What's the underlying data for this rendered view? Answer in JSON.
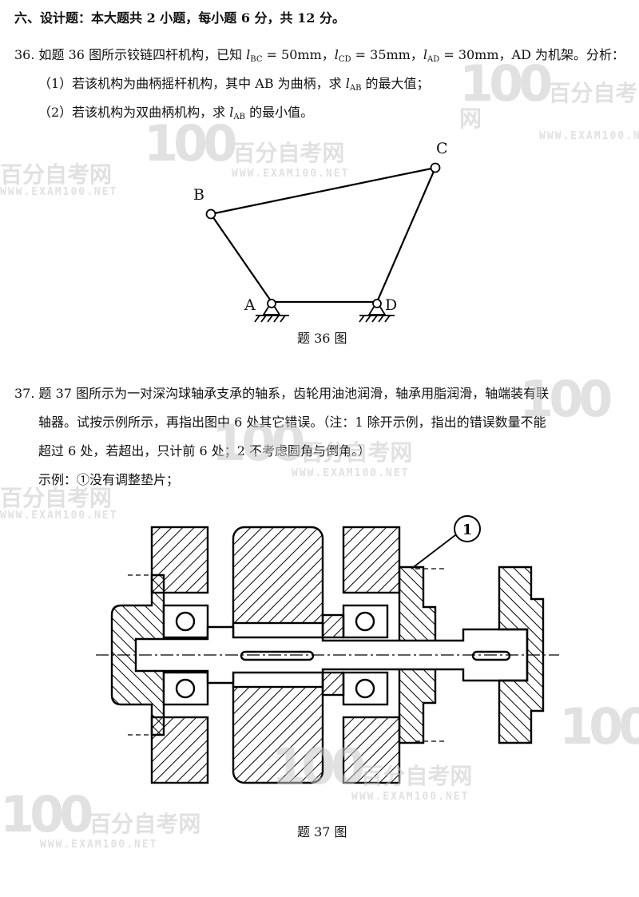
{
  "section_heading": "六、设计题：本大题共 2 小题，每小题 6 分，共 12 分。",
  "q36": {
    "intro_1": "36. 如题 36 图所示铰链四杆机构，已知 ",
    "l_bc": "l",
    "l_bc_sub": "BC",
    "val_bc": " = 50mm，",
    "l_cd": "l",
    "l_cd_sub": "CD",
    "val_cd": " = 35mm，",
    "l_ad": "l",
    "l_ad_sub": "AD",
    "val_ad": " = 30mm，AD 为机架。分析：",
    "part1_a": "（1）若该机构为曲柄摇杆机构，其中 AB 为曲柄，求 ",
    "part1_l": "l",
    "part1_sub": "AB",
    "part1_b": " 的最大值；",
    "part2_a": "（2）若该机构为双曲柄机构，求 ",
    "part2_l": "l",
    "part2_sub": "AB",
    "part2_b": " 的最小值。",
    "label_a": "A",
    "label_b": "B",
    "label_c": "C",
    "label_d": "D",
    "caption": "题 36 图"
  },
  "q37": {
    "line1": "37. 题 37 图所示为一对深沟球轴承支承的轴系，齿轮用油池润滑，轴承用脂润滑，轴端装有联",
    "line2": "轴器。试按示例所示，再指出图中 6 处其它错误。（注：1 除开示例，指出的错误数量不能",
    "line3": "超过 6 处，若超出，只计前 6 处；2 不考虑圆角与倒角。）",
    "example": "示例：①没有调整垫片；",
    "callout": "1",
    "caption": "题 37 图"
  },
  "watermark": {
    "big": "100",
    "cn": "百分自考网",
    "url": "WWW.EXAM100.NET"
  }
}
